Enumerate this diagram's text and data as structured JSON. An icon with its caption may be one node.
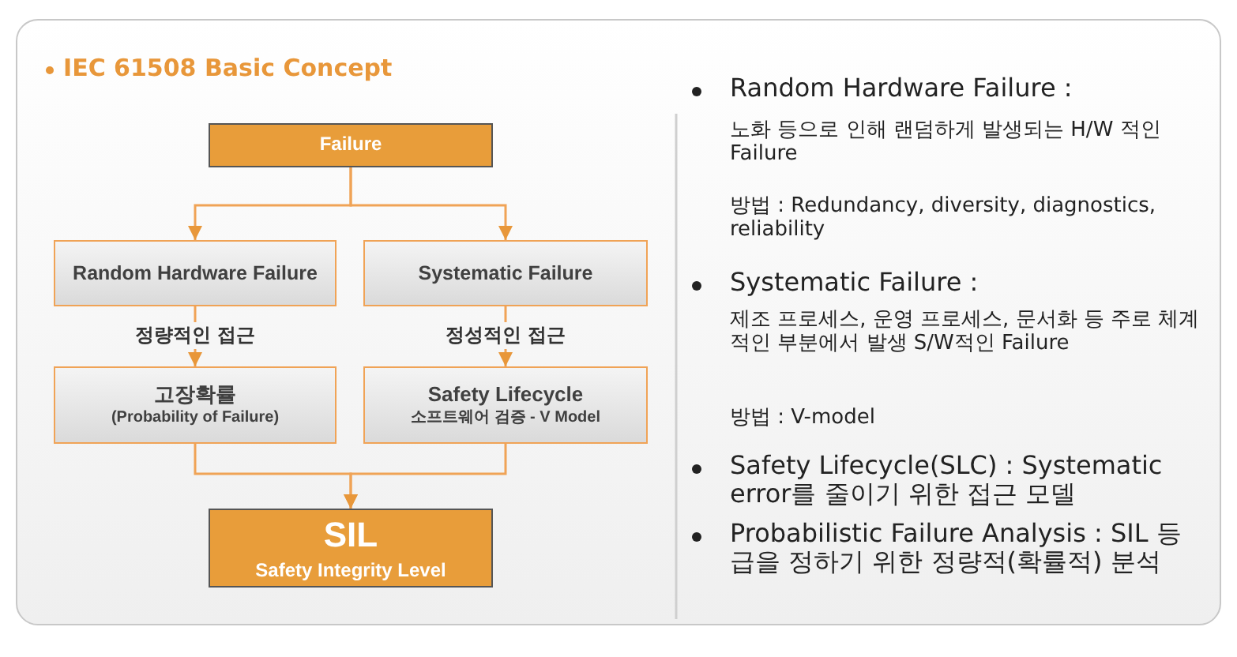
{
  "diagram": {
    "title": "IEC 61508 Basic Concept",
    "nodes": [
      {
        "text": [
          "Failure"
        ]
      },
      {
        "text": [
          "Random Hardware Failure"
        ]
      },
      {
        "text": [
          "Systematic Failure"
        ]
      },
      {
        "text": [
          "고장확률",
          "(Probability of Failure)"
        ]
      },
      {
        "text": [
          "Safety Lifecycle",
          "소프트웨어 검증 - V Model"
        ]
      },
      {
        "text": [
          "SIL",
          "Safety Integrity Level"
        ]
      }
    ],
    "edges": [
      {
        "from": 0,
        "to": 1,
        "arrow": "to"
      },
      {
        "from": 0,
        "to": 2,
        "arrow": "to"
      },
      {
        "from": 1,
        "to": 3,
        "arrow": "to",
        "label": "정량적인 접근"
      },
      {
        "from": 2,
        "to": 4,
        "arrow": "to",
        "label": "정성적인 접근"
      },
      {
        "from": 3,
        "to": 5,
        "arrow": "to"
      },
      {
        "from": 4,
        "to": 5,
        "arrow": "to"
      }
    ],
    "labels": [
      "Random Hardware Failure :",
      "노화 등으로 인해 랜덤하게 발생되는 H/W 적인 Failure",
      "방법 : Redundancy, diversity, diagnostics, reliability",
      "Systematic Failure :",
      "제조 프로세스, 운영 프로세스, 문서화 등 주로 체계적인 부분에서 발생 S/W적인 Failure",
      "방법 : V-model",
      "Safety Lifecycle(SLC) : Systematic error를 줄이기 위한 접근 모델",
      "Probabilistic Failure Analysis : SIL 등급을 정하기 위한 정량적(확률적) 분석"
    ]
  }
}
